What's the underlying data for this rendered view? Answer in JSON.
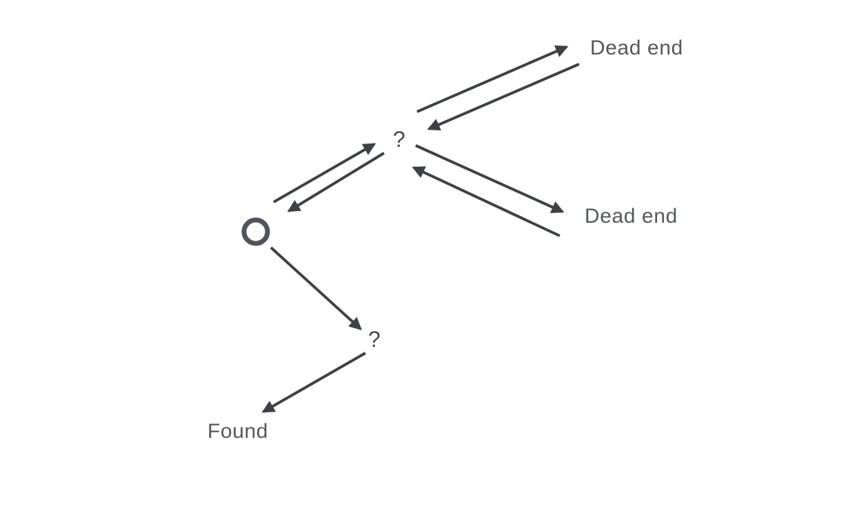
{
  "diagram": {
    "background": "#ffffff",
    "colors": {
      "arrow": "#3e4145",
      "node_circle": "#515458",
      "text": "#54575a"
    },
    "nodes": {
      "start": {
        "shape": "circle"
      },
      "question_top": {
        "label": "?"
      },
      "question_bottom": {
        "label": "?"
      },
      "dead_end_top": {
        "label": "Dead end"
      },
      "dead_end_right": {
        "label": "Dead end"
      },
      "found": {
        "label": "Found"
      }
    },
    "edges": [
      {
        "from": "start",
        "to": "question_top"
      },
      {
        "from": "question_top",
        "to": "start"
      },
      {
        "from": "question_top",
        "to": "dead_end_top"
      },
      {
        "from": "dead_end_top",
        "to": "question_top"
      },
      {
        "from": "question_top",
        "to": "dead_end_right"
      },
      {
        "from": "dead_end_right",
        "to": "question_top"
      },
      {
        "from": "start",
        "to": "question_bottom"
      },
      {
        "from": "question_bottom",
        "to": "found"
      }
    ]
  }
}
